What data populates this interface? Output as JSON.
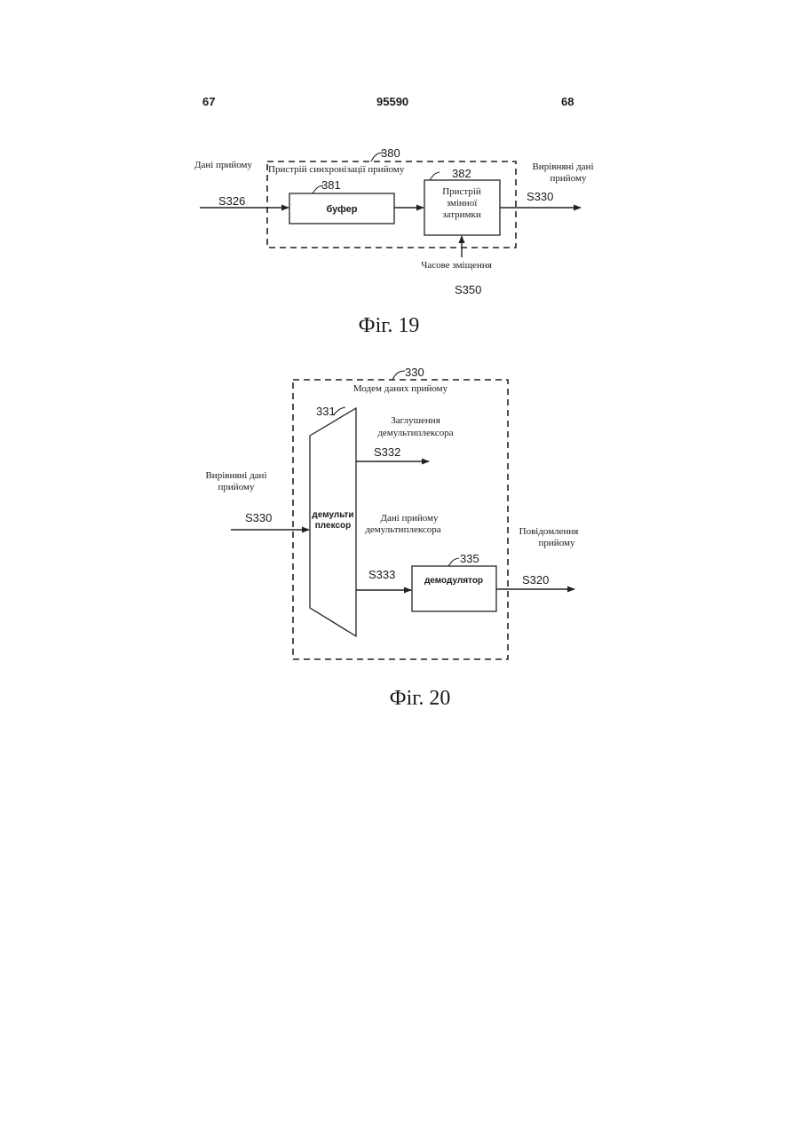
{
  "header": {
    "left_page": "67",
    "doc_number": "95590",
    "right_page": "68"
  },
  "fig19": {
    "input_label": "Дані прийому",
    "input_signal": "S326",
    "group_number": "380",
    "group_label": "Пристрій синхронізації прийому",
    "buffer_number": "381",
    "buffer_label": "буфер",
    "delay_number": "382",
    "delay_label_lines": [
      "Пристрій",
      "змінної",
      "затримки"
    ],
    "output_label_lines": [
      "Вирівняні дані",
      "прийому"
    ],
    "output_signal": "S330",
    "offset_label": "Часове зміщення",
    "offset_signal": "S350",
    "caption": "Фіг. 19"
  },
  "fig20": {
    "group_number": "330",
    "group_label": "Модем даних прийому",
    "demux_number": "331",
    "demux_label_lines": [
      "демульти",
      "плексор"
    ],
    "input_label_lines": [
      "Вирівняні дані",
      "прийому"
    ],
    "input_signal": "S330",
    "stuffing_label_lines": [
      "Заглушення",
      "демультиплексора"
    ],
    "stuffing_signal": "S332",
    "data_label_lines": [
      "Дані прийому",
      "демультиплексора"
    ],
    "data_signal": "S333",
    "demod_number": "335",
    "demod_label": "демодулятор",
    "output_label_lines": [
      "Повідомлення",
      "прийому"
    ],
    "output_signal": "S320",
    "caption": "Фіг. 20"
  }
}
